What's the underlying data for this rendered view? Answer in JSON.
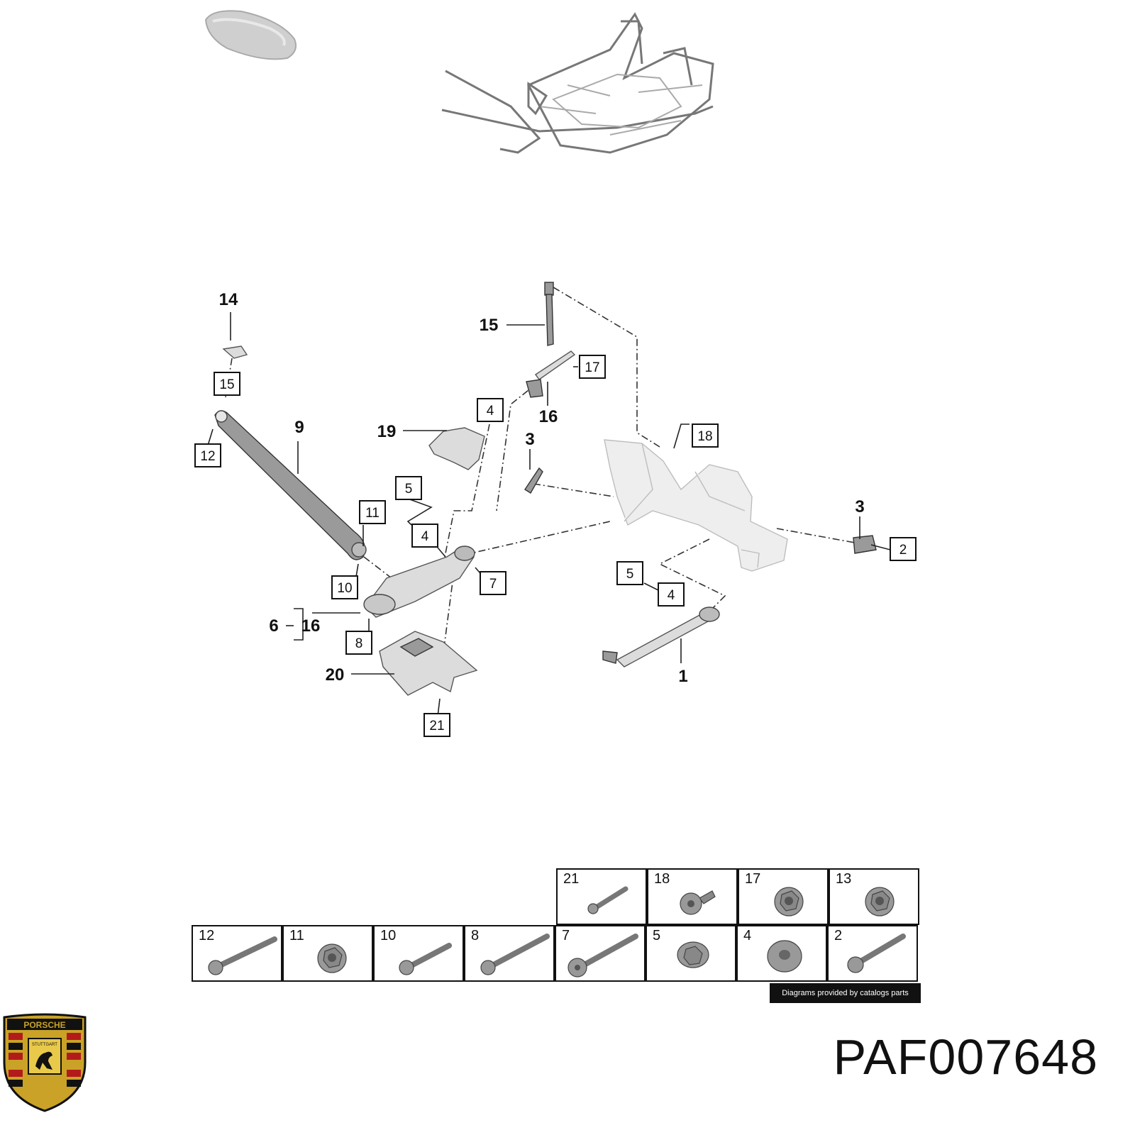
{
  "diagram": {
    "callouts": {
      "c14": "14",
      "c15": "15",
      "c9": "9",
      "c19": "19",
      "c3a": "3",
      "c16": "16",
      "c3b": "3",
      "c6": "6",
      "c16b": "16",
      "c20": "20",
      "c1": "1"
    },
    "boxed_refs": {
      "b15": "15",
      "b12": "12",
      "b4a": "4",
      "b17": "17",
      "b18": "18",
      "b5a": "5",
      "b11": "11",
      "b4b": "4",
      "b10": "10",
      "b7": "7",
      "b8": "8",
      "b21": "21",
      "b5b": "5",
      "b4c": "4",
      "b2": "2"
    }
  },
  "hardware_table": {
    "top_row": [
      {
        "ref": "21",
        "icon": "short-bolt-icon"
      },
      {
        "ref": "18",
        "icon": "flange-bolt-icon"
      },
      {
        "ref": "17",
        "icon": "flange-nut-icon"
      },
      {
        "ref": "13",
        "icon": "flange-nut-icon"
      }
    ],
    "bottom_row": [
      {
        "ref": "12",
        "icon": "long-bolt-icon"
      },
      {
        "ref": "11",
        "icon": "flange-nut-icon"
      },
      {
        "ref": "10",
        "icon": "long-bolt-icon"
      },
      {
        "ref": "8",
        "icon": "long-bolt-icon"
      },
      {
        "ref": "7",
        "icon": "eccentric-bolt-icon"
      },
      {
        "ref": "5",
        "icon": "cam-washer-nut-icon"
      },
      {
        "ref": "4",
        "icon": "washer-icon"
      },
      {
        "ref": "2",
        "icon": "long-bolt-icon"
      }
    ]
  },
  "credit": "Diagrams provided by catalogs parts",
  "part_number": "PAF007648",
  "crest_text": "PORSCHE",
  "crest_subtext": "STUTTGART"
}
